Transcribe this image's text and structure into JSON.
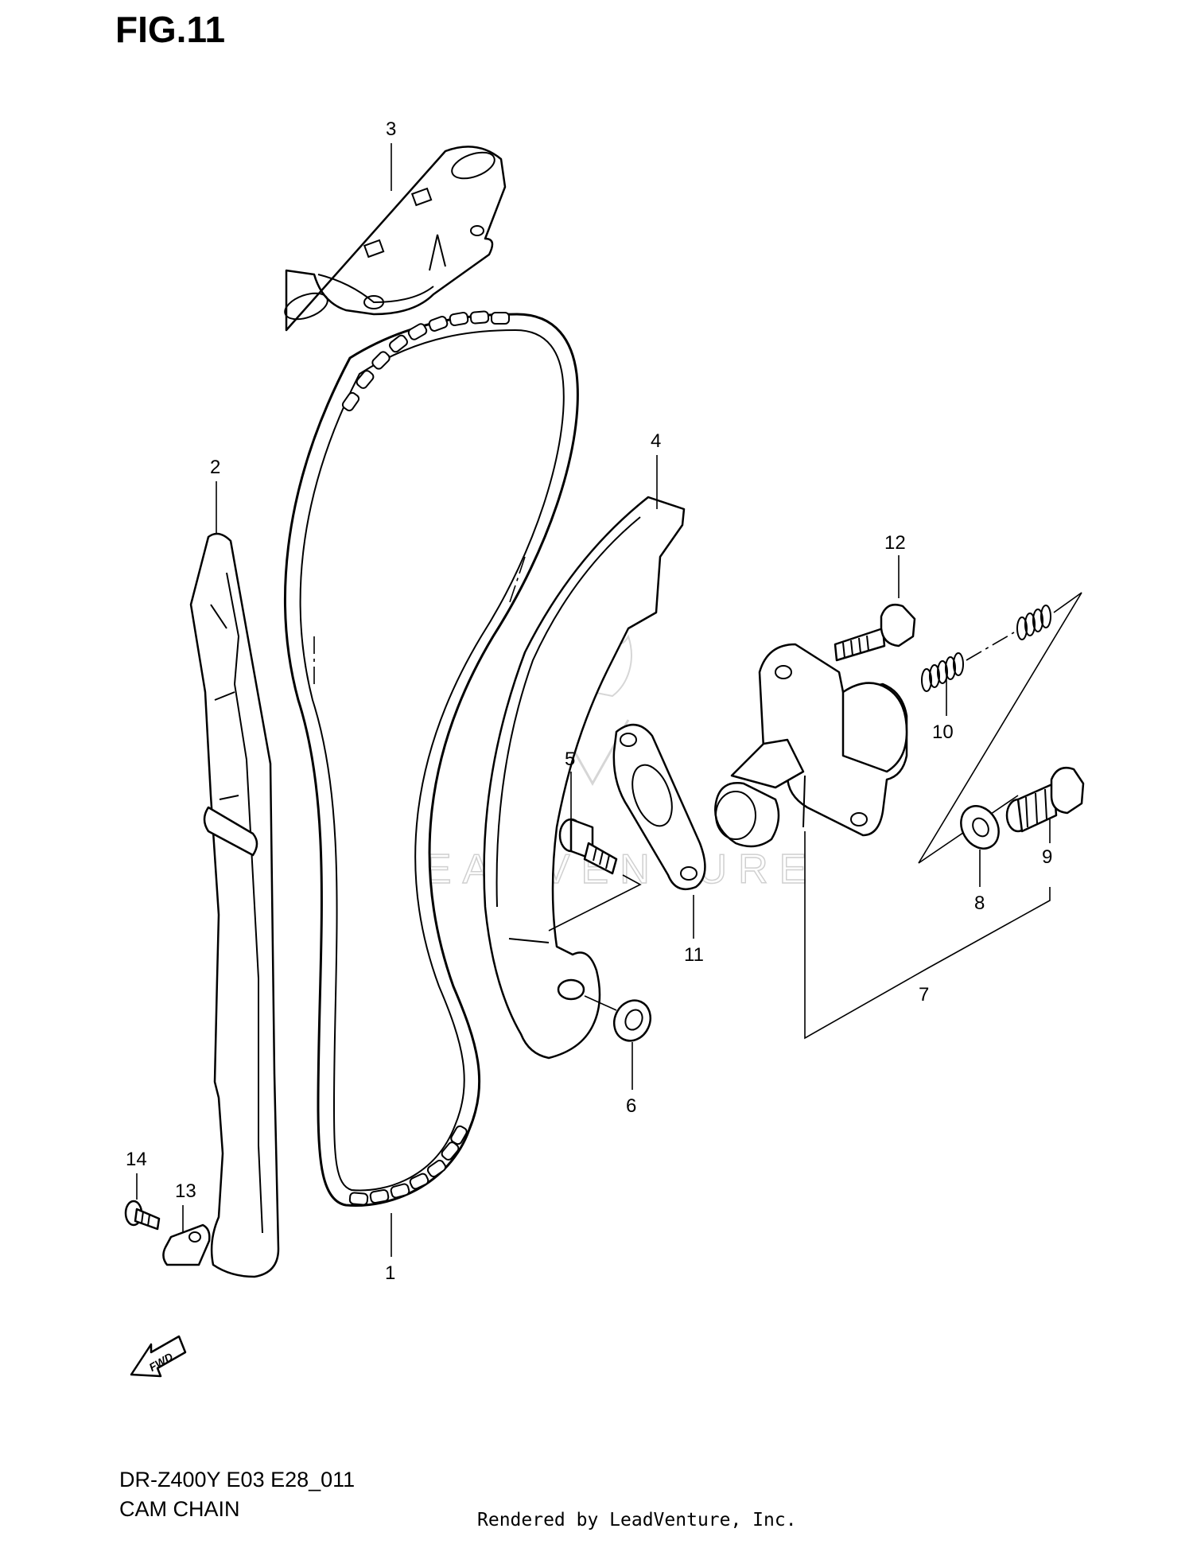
{
  "figure": {
    "title": "FIG.11",
    "model_code": "DR-Z400Y E03 E28_011",
    "section_name": "CAM CHAIN",
    "credit": "Rendered by LeadVenture, Inc.",
    "watermark": "LEADVENTURE",
    "direction_badge": "FWD"
  },
  "callouts": [
    {
      "number": "1",
      "part": "cam chain"
    },
    {
      "number": "2",
      "part": "chain guide"
    },
    {
      "number": "3",
      "part": "top guide"
    },
    {
      "number": "4",
      "part": "tensioner slipper"
    },
    {
      "number": "5",
      "part": "bolt"
    },
    {
      "number": "6",
      "part": "washer"
    },
    {
      "number": "7",
      "part": "tensioner assembly"
    },
    {
      "number": "8",
      "part": "gasket"
    },
    {
      "number": "9",
      "part": "plug"
    },
    {
      "number": "10",
      "part": "spring"
    },
    {
      "number": "11",
      "part": "gasket"
    },
    {
      "number": "12",
      "part": "bolt"
    },
    {
      "number": "13",
      "part": "stopper"
    },
    {
      "number": "14",
      "part": "screw"
    }
  ]
}
